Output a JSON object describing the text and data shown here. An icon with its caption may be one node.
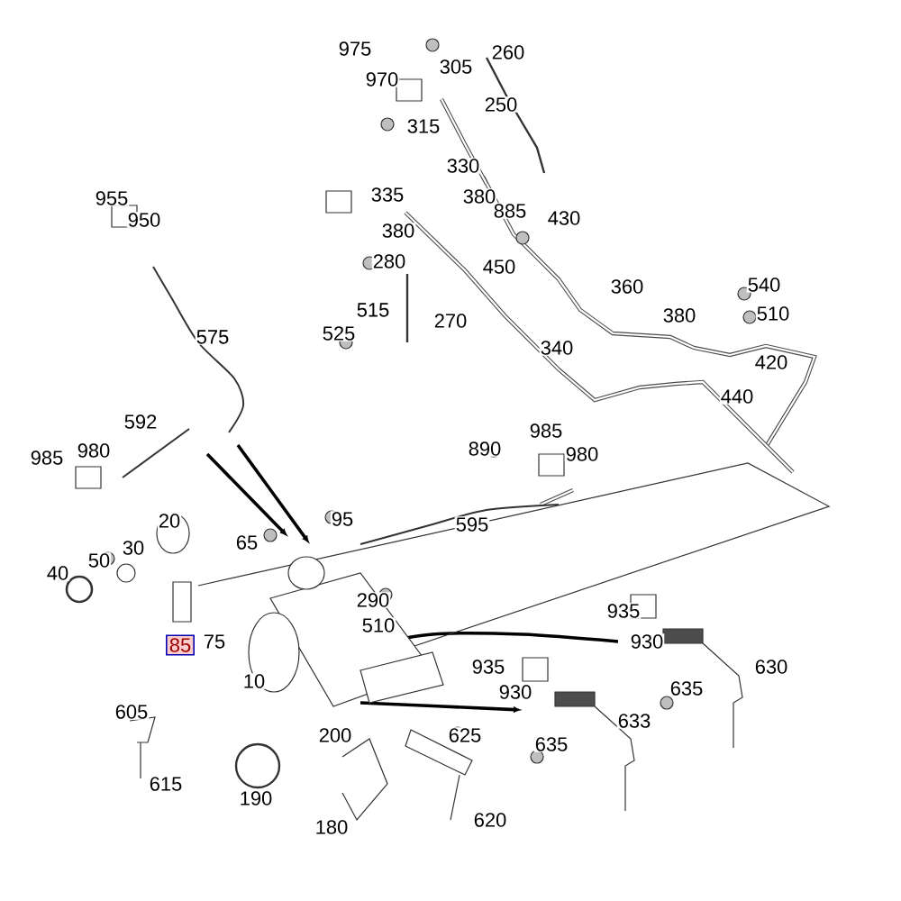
{
  "diagram": {
    "nodes": [
      {
        "text": [
          "85"
        ]
      }
    ],
    "labels": [
      "975",
      "260",
      "305",
      "970",
      "250",
      "315",
      "330",
      "955",
      "335",
      "380",
      "885",
      "950",
      "380",
      "430",
      "280",
      "450",
      "360",
      "540",
      "515",
      "380",
      "510",
      "270",
      "575",
      "525",
      "340",
      "420",
      "440",
      "592",
      "985",
      "985",
      "980",
      "890",
      "980",
      "20",
      "95",
      "595",
      "30",
      "65",
      "50",
      "40",
      "290",
      "935",
      "510",
      "75",
      "930",
      "935",
      "630",
      "10",
      "930",
      "635",
      "605",
      "633",
      "200",
      "625",
      "635",
      "615",
      "190",
      "620",
      "180"
    ]
  }
}
